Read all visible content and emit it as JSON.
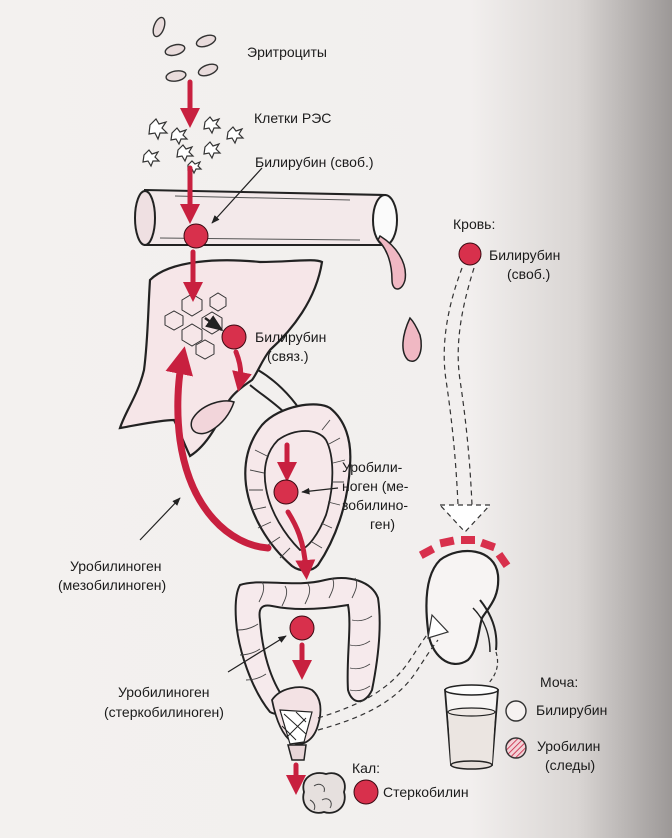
{
  "labels": {
    "erythrocytes": "Эритроциты",
    "res_cells": "Клетки РЭС",
    "bilirubin_free_top": "Билирубин (своб.)",
    "blood": "Кровь:",
    "blood_bilirubin_1": "Билирубин",
    "blood_bilirubin_2": "(своб.)",
    "bilirubin_bound_1": "Билирубин",
    "bilirubin_bound_2": "(связ.)",
    "urobilinogen_mid_1": "Уробили-",
    "urobilinogen_mid_2": "ноген (ме-",
    "urobilinogen_mid_3": "зобилино-",
    "urobilinogen_mid_4": "ген)",
    "urobilinogen_left_1": "Уробилиноген",
    "urobilinogen_left_2": "(мезобилиноген)",
    "urobilinogen_low_1": "Уробилиноген",
    "urobilinogen_low_2": "(стеркобилиноген)",
    "urine": "Моча:",
    "urine_bilirubin": "Билирубин",
    "urine_urobilin_1": "Уробилин",
    "urine_urobilin_2": "(следы)",
    "feces": "Кал:",
    "stercobilin": "Стеркобилин"
  },
  "colors": {
    "marker": "#d8304c",
    "arrow": "#c8203f",
    "organ_fill": "#f6e6e8",
    "outline": "#222222"
  }
}
